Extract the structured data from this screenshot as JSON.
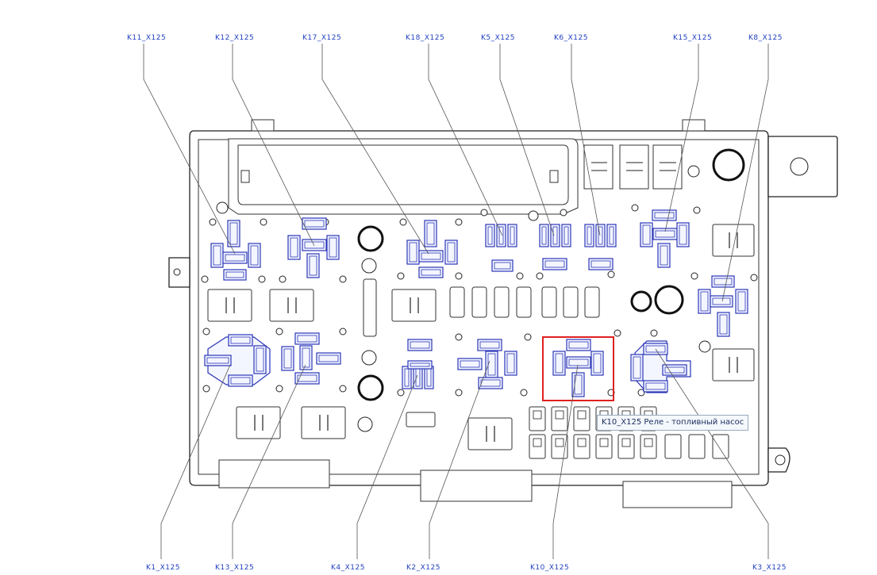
{
  "labels_top": [
    "K11_X125",
    "K12_X125",
    "K17_X125",
    "K18_X125",
    "K5_X125",
    "K6_X125",
    "K15_X125",
    "K8_X125"
  ],
  "labels_bottom": [
    "K1_X125",
    "K13_X125",
    "K4_X125",
    "K2_X125",
    "K10_X125",
    "K3_X125"
  ],
  "tooltip": "K10_X125 Реле - топливный насос",
  "colors": {
    "label": "#1f3fbf",
    "relay": "#2a35b8",
    "highlight": "#e02020"
  }
}
